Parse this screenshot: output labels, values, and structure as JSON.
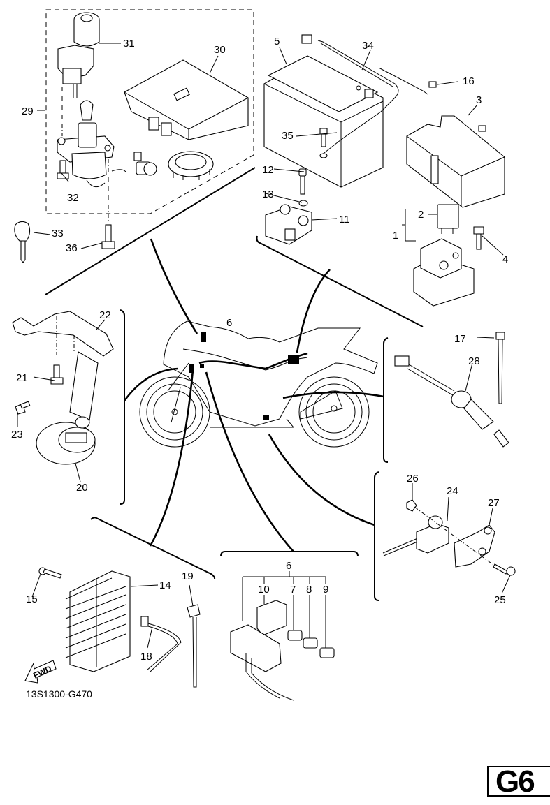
{
  "diagram": {
    "title_code": "13S1300-G470",
    "page_id": "G6",
    "fwd_label": "FWD",
    "center_label": "6",
    "callouts": [
      {
        "id": "1",
        "part": "starter-relay-assy"
      },
      {
        "id": "2",
        "part": "fuse"
      },
      {
        "id": "3",
        "part": "relay-cover"
      },
      {
        "id": "4",
        "part": "bolt"
      },
      {
        "id": "5",
        "part": "battery"
      },
      {
        "id": "6",
        "part": "fuse-box-assy"
      },
      {
        "id": "7",
        "part": "fuse"
      },
      {
        "id": "8",
        "part": "fuse"
      },
      {
        "id": "9",
        "part": "fuse"
      },
      {
        "id": "10",
        "part": "relay"
      },
      {
        "id": "11",
        "part": "sensor"
      },
      {
        "id": "12",
        "part": "bolt"
      },
      {
        "id": "13",
        "part": "washer"
      },
      {
        "id": "14",
        "part": "rectifier-regulator"
      },
      {
        "id": "15",
        "part": "bolt"
      },
      {
        "id": "16",
        "part": "band"
      },
      {
        "id": "17",
        "part": "cable-tie"
      },
      {
        "id": "18",
        "part": "band"
      },
      {
        "id": "19",
        "part": "clamp-band"
      },
      {
        "id": "20",
        "part": "horn"
      },
      {
        "id": "21",
        "part": "bolt"
      },
      {
        "id": "22",
        "part": "horn-bracket"
      },
      {
        "id": "23",
        "part": "bolt"
      },
      {
        "id": "24",
        "part": "sidestand-switch"
      },
      {
        "id": "25",
        "part": "screw"
      },
      {
        "id": "26",
        "part": "nut"
      },
      {
        "id": "27",
        "part": "plate"
      },
      {
        "id": "28",
        "part": "neutral-switch"
      },
      {
        "id": "29",
        "part": "main-switch-set"
      },
      {
        "id": "30",
        "part": "ecu"
      },
      {
        "id": "31",
        "part": "main-switch"
      },
      {
        "id": "32",
        "part": "bolt"
      },
      {
        "id": "33",
        "part": "key"
      },
      {
        "id": "34",
        "part": "battery-band"
      },
      {
        "id": "35",
        "part": "bolt"
      },
      {
        "id": "36",
        "part": "bolt"
      }
    ]
  }
}
